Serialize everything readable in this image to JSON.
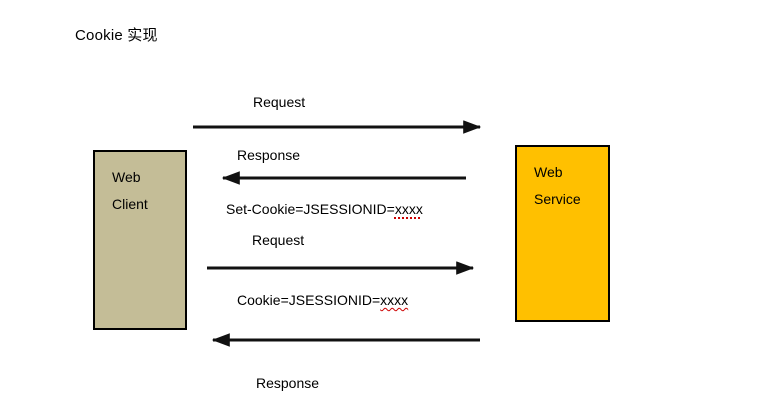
{
  "title": "Cookie 实现",
  "colors": {
    "client_box_fill": "#c4bd97",
    "service_box_fill": "#ffc000",
    "box_border": "#000000",
    "arrow": "#111111",
    "spellcheck_underline": "#cc0000",
    "background": "#ffffff"
  },
  "client_box": {
    "line1": "Web",
    "line2": "Client"
  },
  "service_box": {
    "line1": "Web",
    "line2": "Service"
  },
  "messages": [
    {
      "label": "Request",
      "direction": "right"
    },
    {
      "label": "Response",
      "direction": "left",
      "annotation_prefix": "Set-Cookie=JSESSIONID=",
      "annotation_value": "xxxx"
    },
    {
      "label": "Request",
      "direction": "right",
      "annotation_prefix": "Cookie=JSESSIONID=",
      "annotation_value": "xxxx"
    },
    {
      "label": "Response",
      "direction": "left"
    }
  ]
}
